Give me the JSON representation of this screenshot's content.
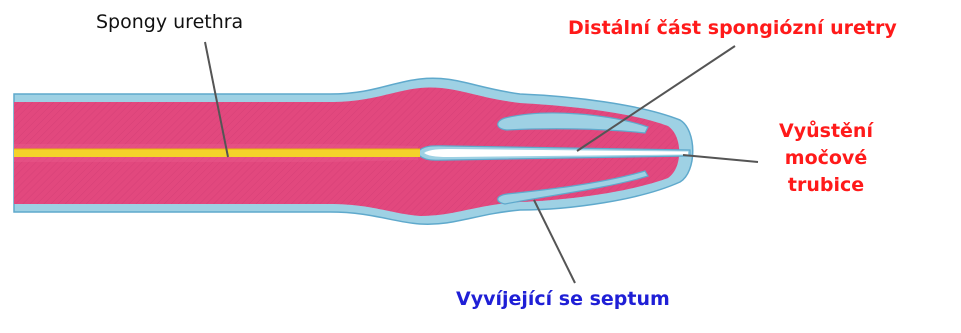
{
  "labels": {
    "spongy_urethra": "Spongy urethra",
    "distal_part": "Distální část spongiózní uretry",
    "opening_line1": "Vyůstění",
    "opening_line2": "močové",
    "opening_line3": "trubice",
    "septum": "Vyvíjející se septum"
  },
  "colors": {
    "outer_layer": "#9ed1e4",
    "outer_border": "#5fa9cc",
    "tissue": "#e2487e",
    "urethra_lumen": "#f4d22a",
    "lumen_open": "#ffffff",
    "label_black": "#111111",
    "label_red": "#ff1a1a",
    "label_blue": "#1f1fd6",
    "leader_line": "#555555"
  }
}
